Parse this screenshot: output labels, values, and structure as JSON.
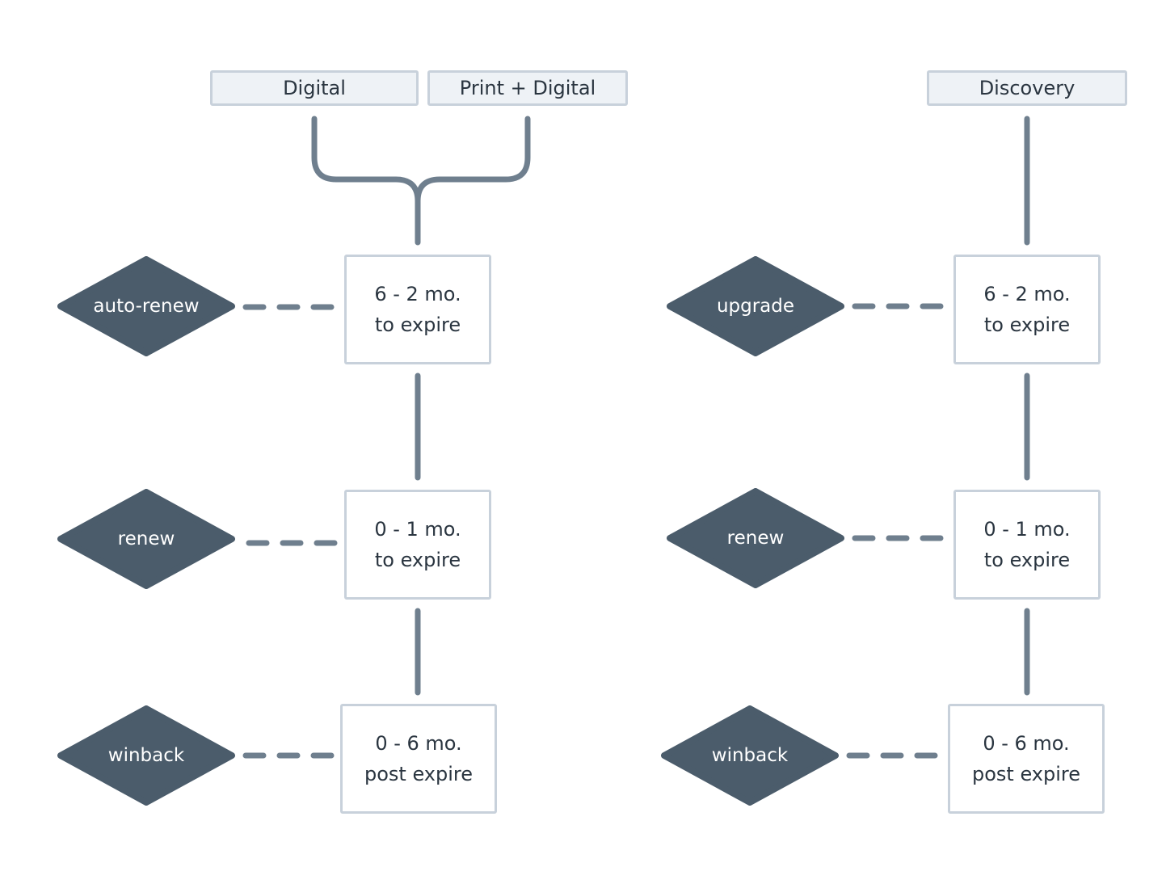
{
  "colors": {
    "plan_fill": "#eef2f6",
    "box_border": "#c8d1db",
    "connector": "#6f7f8e",
    "diamond": "#4b5c6b",
    "text_dark": "#2a3540",
    "text_light": "#ffffff"
  },
  "left_flow": {
    "plans": [
      "Digital",
      "Print + Digital"
    ],
    "stages": [
      {
        "line1": "6 - 2 mo.",
        "line2": "to expire",
        "action": "auto-renew"
      },
      {
        "line1": "0 - 1 mo.",
        "line2": "to expire",
        "action": "renew"
      },
      {
        "line1": "0 - 6 mo.",
        "line2": "post expire",
        "action": "winback"
      }
    ]
  },
  "right_flow": {
    "plans": [
      "Discovery"
    ],
    "stages": [
      {
        "line1": "6 - 2 mo.",
        "line2": "to expire",
        "action": "upgrade"
      },
      {
        "line1": "0 - 1 mo.",
        "line2": "to expire",
        "action": "renew"
      },
      {
        "line1": "0 - 6 mo.",
        "line2": "post expire",
        "action": "winback"
      }
    ]
  }
}
